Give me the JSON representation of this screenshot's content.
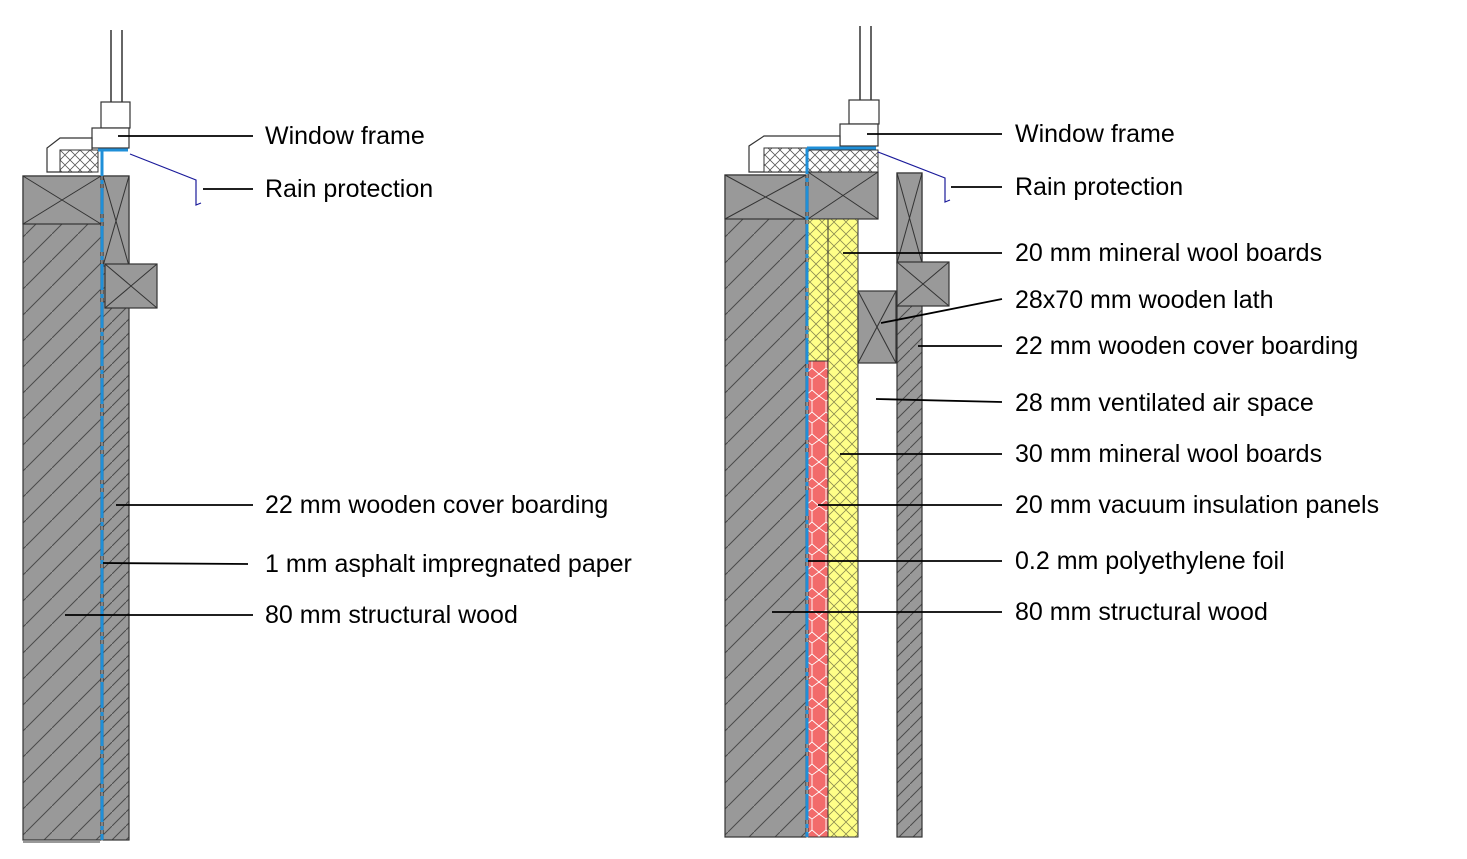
{
  "colors": {
    "wood": "#999999",
    "wood_hatch": "#4a4a4a",
    "insulation_yellow": "#ffff88",
    "vip_red": "#f26b6b",
    "foil_blue": "#1f8fd8",
    "rain_blue": "#1a1a9a",
    "leader": "#000000"
  },
  "left_section": {
    "labels": {
      "window_frame": "Window frame",
      "rain_protection": "Rain protection",
      "cover_boarding": "22 mm wooden cover boarding",
      "asphalt_paper": "1 mm asphalt impregnated paper",
      "structural_wood": "80 mm structural wood"
    }
  },
  "right_section": {
    "labels": {
      "window_frame": "Window frame",
      "rain_protection": "Rain protection",
      "mineral_wool_20": "20 mm mineral wool boards",
      "wooden_lath": "28x70 mm wooden lath",
      "cover_boarding": "22 mm wooden cover boarding",
      "air_space": "28 mm ventilated air space",
      "mineral_wool_30": "30 mm mineral wool boards",
      "vacuum_panels": "20 mm vacuum insulation panels",
      "pe_foil": "0.2 mm polyethylene foil",
      "structural_wood": "80 mm structural wood"
    }
  }
}
